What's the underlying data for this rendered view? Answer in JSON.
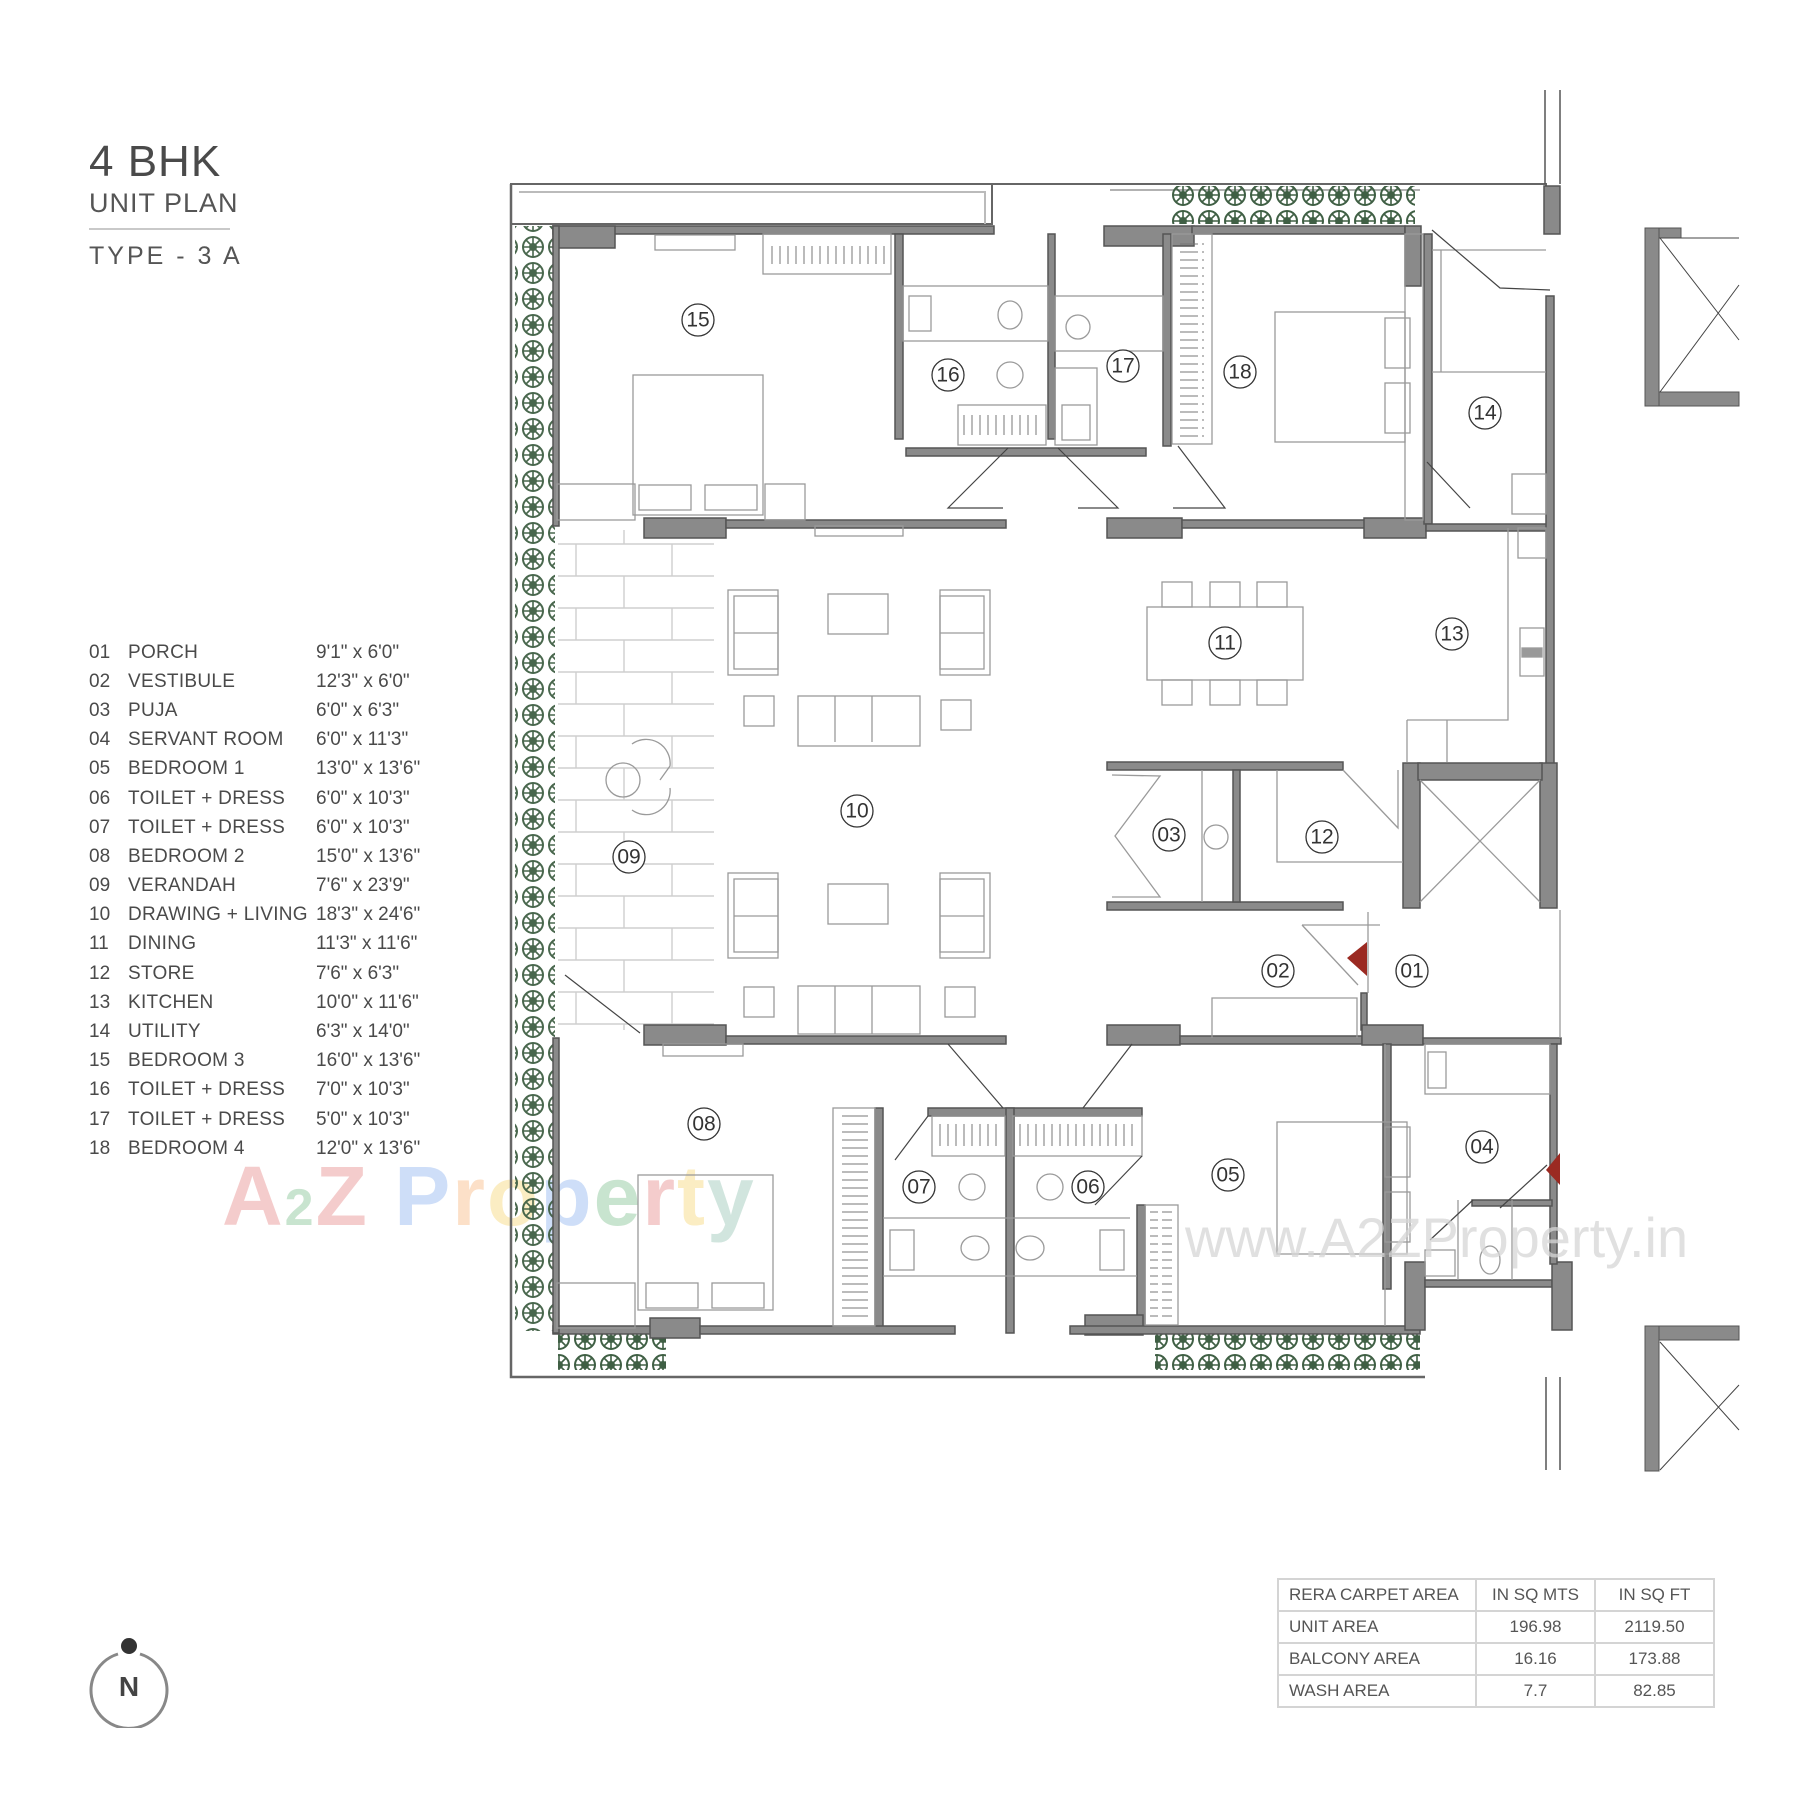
{
  "header": {
    "title": "4 BHK",
    "subtitle": "UNIT PLAN",
    "type": "TYPE - 3 A"
  },
  "legend": [
    {
      "num": "01",
      "name": "PORCH",
      "dim": "9'1\" x 6'0\""
    },
    {
      "num": "02",
      "name": "VESTIBULE",
      "dim": "12'3\" x 6'0\""
    },
    {
      "num": "03",
      "name": "PUJA",
      "dim": "6'0\" x 6'3\""
    },
    {
      "num": "04",
      "name": "SERVANT ROOM",
      "dim": "6'0\" x 11'3\""
    },
    {
      "num": "05",
      "name": "BEDROOM 1",
      "dim": "13'0\" x 13'6\""
    },
    {
      "num": "06",
      "name": "TOILET + DRESS",
      "dim": "6'0\" x 10'3\""
    },
    {
      "num": "07",
      "name": "TOILET + DRESS",
      "dim": "6'0\" x 10'3\""
    },
    {
      "num": "08",
      "name": "BEDROOM 2",
      "dim": "15'0\" x 13'6\""
    },
    {
      "num": "09",
      "name": "VERANDAH",
      "dim": "7'6\" x 23'9\""
    },
    {
      "num": "10",
      "name": "DRAWING + LIVING",
      "dim": "18'3\" x 24'6\""
    },
    {
      "num": "11",
      "name": "DINING",
      "dim": "11'3\" x 11'6\""
    },
    {
      "num": "12",
      "name": "STORE",
      "dim": "7'6\" x 6'3\""
    },
    {
      "num": "13",
      "name": "KITCHEN",
      "dim": "10'0\" x 11'6\""
    },
    {
      "num": "14",
      "name": "UTILITY",
      "dim": "6'3\" x 14'0\""
    },
    {
      "num": "15",
      "name": "BEDROOM 3",
      "dim": "16'0\" x 13'6\""
    },
    {
      "num": "16",
      "name": "TOILET + DRESS",
      "dim": "7'0\" x 10'3\""
    },
    {
      "num": "17",
      "name": "TOILET + DRESS",
      "dim": "5'0\" x 10'3\""
    },
    {
      "num": "18",
      "name": "BEDROOM 4",
      "dim": "12'0\" x 13'6\""
    }
  ],
  "area_table": {
    "headers": [
      "RERA CARPET AREA",
      "IN SQ MTS",
      "IN SQ FT"
    ],
    "rows": [
      {
        "label": "UNIT AREA",
        "sqm": "196.98",
        "sqft": "2119.50"
      },
      {
        "label": "BALCONY AREA",
        "sqm": "16.16",
        "sqft": "173.88"
      },
      {
        "label": "WASH AREA",
        "sqm": "7.7",
        "sqft": "82.85"
      }
    ]
  },
  "compass": {
    "label": "N"
  },
  "plan_labels": {
    "r01": "01",
    "r02": "02",
    "r03": "03",
    "r04": "04",
    "r05": "05",
    "r06": "06",
    "r07": "07",
    "r08": "08",
    "r09": "09",
    "r10": "10",
    "r11": "11",
    "r12": "12",
    "r13": "13",
    "r14": "14",
    "r15": "15",
    "r16": "16",
    "r17": "17",
    "r18": "18"
  },
  "watermark": {
    "logo": [
      "A",
      "2",
      "Z",
      " ",
      "P",
      "r",
      "o",
      "p",
      "e",
      "r",
      "t",
      "y"
    ],
    "url": "www.A2ZProperty.in"
  },
  "colors": {
    "wall": "#8a8a8a",
    "wall_stroke": "#555555",
    "planter": "#3f5f44",
    "entry_marker": "#9b2a22"
  }
}
